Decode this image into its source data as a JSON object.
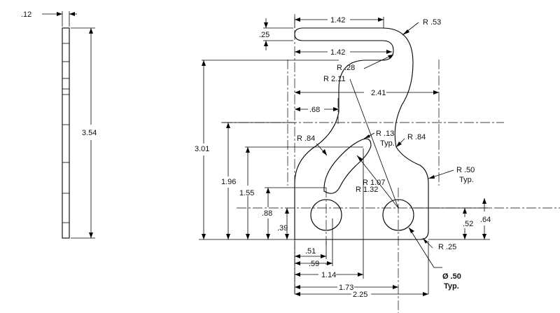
{
  "drawing": {
    "side_view": {
      "thickness": ".12",
      "height": "3.54"
    },
    "front_view": {
      "slot_length_top": "1.42",
      "slot_width": ".25",
      "slot_length_inner": "1.42",
      "radius_hook": "R .53",
      "radius_slot_end": "R .28",
      "radius_arc_large": "R 2.11",
      "hook_width": "2.41",
      "neck_offset": ".68",
      "radius_left_neck": "R .84",
      "radius_small_slot": "R .13",
      "typ_1": "Typ.",
      "radius_right_neck": "R .84",
      "radius_corner": "R .50",
      "typ_2": "Typ.",
      "radius_inner": "R 1.07",
      "radius_outer": "R 1.32",
      "overall_height": "3.01",
      "height_1": "1.96",
      "height_2": "1.55",
      "height_3": ".88",
      "height_4": ".39",
      "hole_height_1": ".52",
      "hole_height_2": ".64",
      "radius_bottom": "R .25",
      "hole_diameter": "Ø .50",
      "typ_3": "Typ.",
      "x_1": ".51",
      "x_2": ".59",
      "x_3": "1.14",
      "x_4": "1.73",
      "overall_width": "2.25"
    }
  }
}
